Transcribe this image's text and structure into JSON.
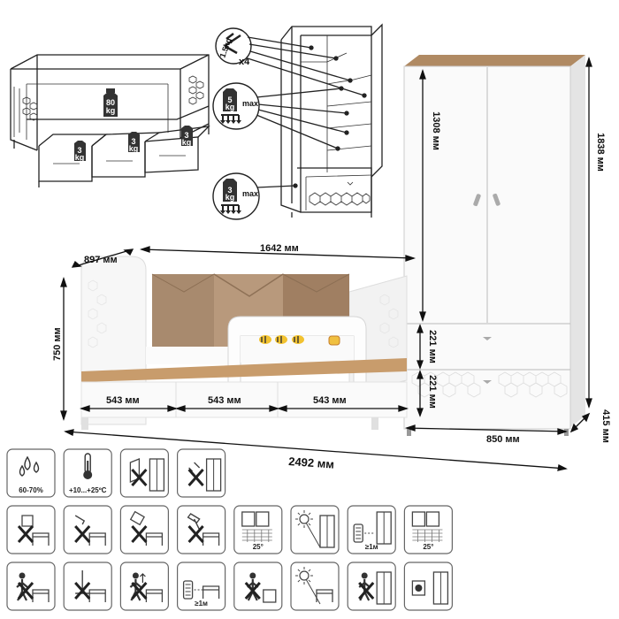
{
  "dimensions": {
    "sofa_depth": "897 мм",
    "sofa_length": "1642 мм",
    "sofa_height": "750 мм",
    "drawer_1": "543 мм",
    "drawer_2": "543 мм",
    "drawer_3": "543 мм",
    "total_width": "2492 мм",
    "wardrobe_height": "1838 мм",
    "wardrobe_upper_height": "1308 мм",
    "wardrobe_drawer_1": "221 мм",
    "wardrobe_drawer_2": "221 мм",
    "wardrobe_width": "850 мм",
    "wardrobe_depth": "415 мм"
  },
  "load_labels": {
    "bed_load_value": "80",
    "bed_drawer_load_value": "3",
    "unit": "kg",
    "shelf_load_value": "1.5kg",
    "shelf_count": "x4",
    "shelf_wardrobe_load_value": "5",
    "drawer_wardrobe_load_value": "3",
    "max_label": "max"
  },
  "icons": [
    {
      "name": "humidity-icon",
      "caption": "60-70%"
    },
    {
      "name": "temperature-icon",
      "caption": "+10...+25ºC"
    },
    {
      "name": "no-hanging-on-door-icon",
      "caption": ""
    },
    {
      "name": "no-wet-cleaning-icon",
      "caption": ""
    },
    {
      "name": "no-heavy-objects-on-sofa-icon",
      "caption": ""
    },
    {
      "name": "no-pouring-on-sofa-icon",
      "caption": ""
    },
    {
      "name": "no-dropping-on-sofa-icon",
      "caption": ""
    },
    {
      "name": "no-chopping-near-furniture-icon",
      "caption": ""
    },
    {
      "name": "keep-temperature-25-icon",
      "caption": "25°"
    },
    {
      "name": "no-direct-sunlight-wardrobe-icon",
      "caption": ""
    },
    {
      "name": "keep-heater-distance-1m-icon",
      "caption": "≥1м"
    },
    {
      "name": "keep-temperature-25-second-icon",
      "caption": "25°"
    },
    {
      "name": "no-pulling-sofa-icon",
      "caption": ""
    },
    {
      "name": "no-jumping-on-sofa-icon",
      "caption": ""
    },
    {
      "name": "no-jumping-up-down-icon",
      "caption": ""
    },
    {
      "name": "keep-heater-distance-sofa-icon",
      "caption": "≥1м"
    },
    {
      "name": "no-pushing-sofa-icon",
      "caption": ""
    },
    {
      "name": "no-direct-sunlight-sofa-icon",
      "caption": ""
    },
    {
      "name": "no-pushing-wardrobe-icon",
      "caption": ""
    },
    {
      "name": "no-moving-loaded-wardrobe-icon",
      "caption": ""
    }
  ]
}
